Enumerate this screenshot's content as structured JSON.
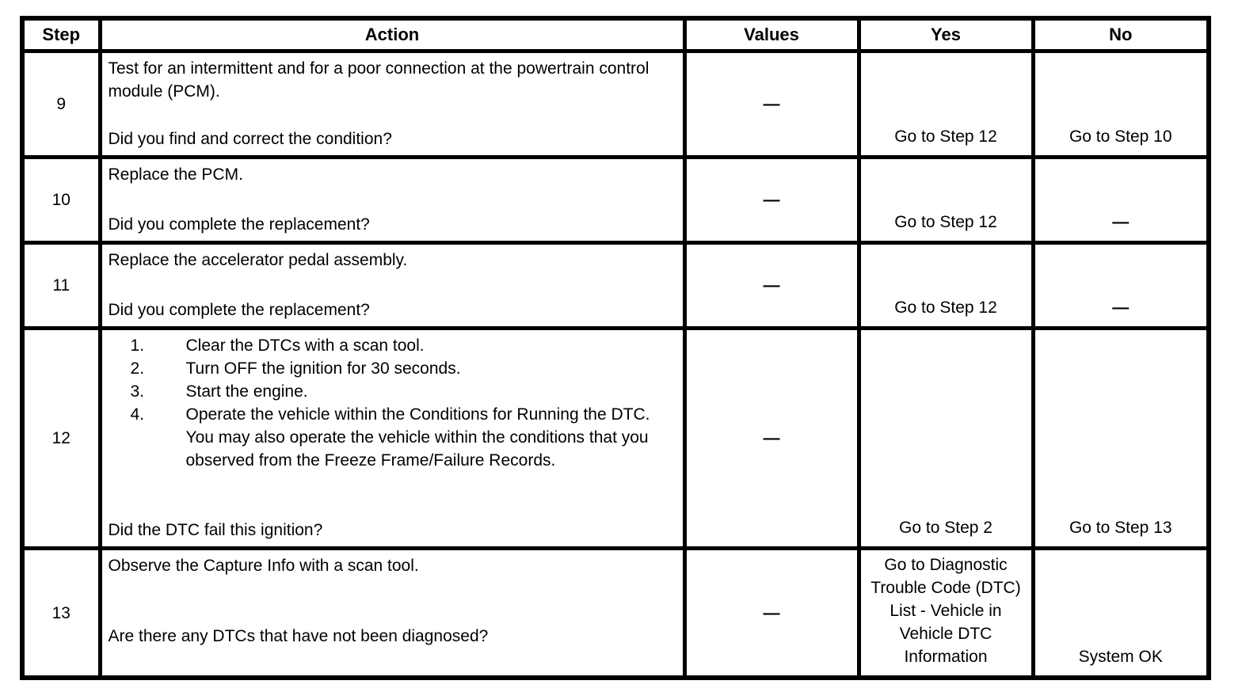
{
  "table": {
    "headers": {
      "step": "Step",
      "action": "Action",
      "values": "Values",
      "yes": "Yes",
      "no": "No"
    },
    "rows": [
      {
        "step": "9",
        "action_text": "Test for an intermittent and for a poor connection at the powertrain control module (PCM).",
        "question": "Did you find and correct the condition?",
        "values": "—",
        "yes": "Go to Step 12",
        "no": "Go to Step 10"
      },
      {
        "step": "10",
        "action_text": "Replace the PCM.",
        "question": "Did you complete the replacement?",
        "values": "—",
        "yes": "Go to Step 12",
        "no": "—"
      },
      {
        "step": "11",
        "action_text": "Replace the accelerator pedal assembly.",
        "question": "Did you complete the replacement?",
        "values": "—",
        "yes": "Go to Step 12",
        "no": "—"
      },
      {
        "step": "12",
        "action_list": [
          "Clear the DTCs with a scan tool.",
          "Turn OFF the ignition for 30 seconds.",
          "Start the engine.",
          "Operate the vehicle within the Conditions for Running the DTC. You may also operate the vehicle within the conditions that you observed from the Freeze Frame/Failure Records."
        ],
        "question": "Did the DTC fail this ignition?",
        "values": "—",
        "yes": "Go to Step 2",
        "no": "Go to Step 13"
      },
      {
        "step": "13",
        "action_text": "Observe the Capture Info with a scan tool.",
        "question": "Are there any DTCs that have not been diagnosed?",
        "values": "—",
        "yes": "Go to Diagnostic Trouble Code (DTC) List - Vehicle in Vehicle DTC Information",
        "no": "System OK"
      }
    ]
  }
}
